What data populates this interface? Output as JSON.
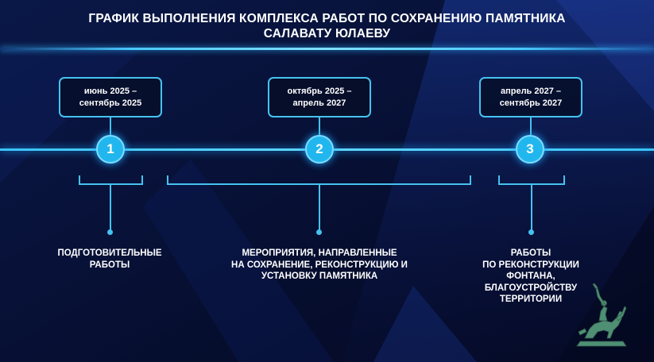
{
  "title": {
    "line1": "ГРАФИК ВЫПОЛНЕНИЯ КОМПЛЕКСА РАБОТ ПО СОХРАНЕНИЮ ПАМЯТНИКА",
    "line2": "САЛАВАТУ ЮЛАЕВУ"
  },
  "stages": [
    {
      "number": "1",
      "date_line1": "июнь 2025 –",
      "date_line2": "сентябрь 2025",
      "desc": [
        "ПОДГОТОВИТЕЛЬНЫЕ",
        "РАБОТЫ"
      ]
    },
    {
      "number": "2",
      "date_line1": "октябрь 2025 –",
      "date_line2": "апрель 2027",
      "desc": [
        "МЕРОПРИЯТИЯ, НАПРАВЛЕННЫЕ",
        "НА СОХРАНЕНИЕ, РЕКОНСТРУКЦИЮ И",
        "УСТАНОВКУ ПАМЯТНИКА"
      ]
    },
    {
      "number": "3",
      "date_line1": "апрель 2027 –",
      "date_line2": "сентябрь 2027",
      "desc": [
        "РАБОТЫ",
        "ПО РЕКОНСТРУКЦИИ",
        "ФОНТАНА,",
        "БЛАГОУСТРОЙСТВУ",
        "ТЕРРИТОРИИ"
      ]
    }
  ],
  "colors": {
    "background": "#050a24",
    "accent": "#45c2f0",
    "circle_fill": "#21b7ee"
  },
  "icons": {
    "monument": "equestrian-statue-icon"
  }
}
